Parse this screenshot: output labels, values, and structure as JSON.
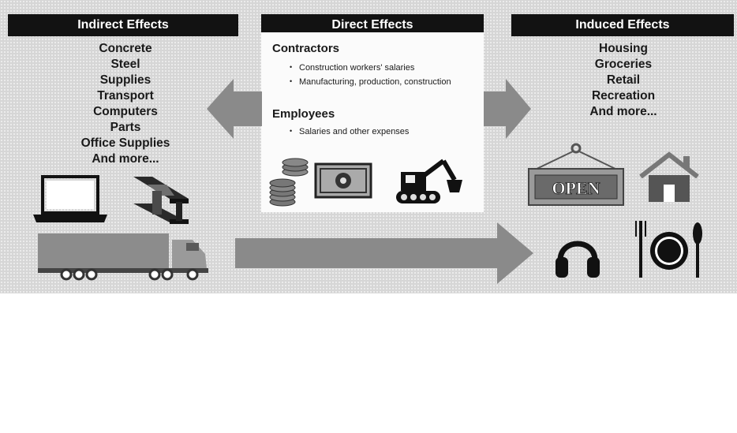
{
  "indirect": {
    "header": "Indirect Effects",
    "items": [
      "Concrete",
      "Steel",
      "Supplies",
      "Transport",
      "Computers",
      "Parts",
      "Office Supplies",
      "And more..."
    ]
  },
  "direct": {
    "header": "Direct Effects",
    "contractors": {
      "title": "Contractors",
      "bullets": [
        "Construction workers' salaries",
        "Manufacturing, production, construction"
      ]
    },
    "employees": {
      "title": "Employees",
      "bullets": [
        "Salaries and other expenses"
      ]
    }
  },
  "induced": {
    "header": "Induced Effects",
    "items": [
      "Housing",
      "Groceries",
      "Retail",
      "Recreation",
      "And more..."
    ]
  },
  "icons": {
    "laptop": "laptop-icon",
    "steel": "steel-beam-icon",
    "truck": "truck-icon",
    "money": "money-icon",
    "excavator": "excavator-icon",
    "open_sign": "open-sign-icon",
    "sign_text": "OPEN",
    "house": "house-icon",
    "headphones": "headphones-icon",
    "dining": "plate-cutlery-icon"
  },
  "colors": {
    "header_bg": "#121212",
    "arrow": "#8a8a8a",
    "band": "#d6d6d6"
  }
}
